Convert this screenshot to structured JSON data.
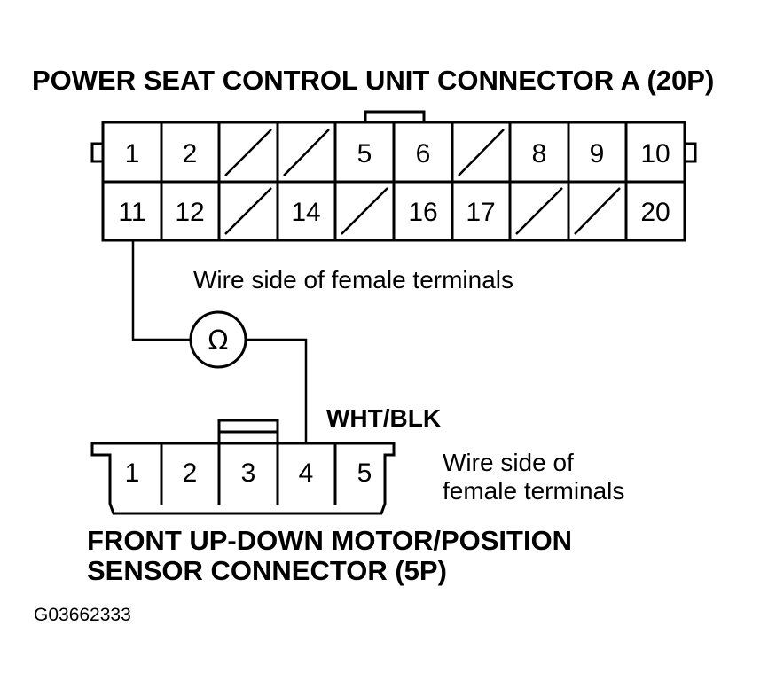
{
  "connector_a": {
    "title": "POWER SEAT CONTROL UNIT CONNECTOR A (20P)",
    "top_row": [
      "1",
      "2",
      "",
      "",
      "5",
      "6",
      "",
      "8",
      "9",
      "10"
    ],
    "bottom_row": [
      "11",
      "12",
      "",
      "14",
      "",
      "16",
      "17",
      "",
      "",
      "20"
    ],
    "note": "Wire side of female terminals"
  },
  "meter": {
    "symbol": "Ω"
  },
  "wire": {
    "color_label": "WHT/BLK"
  },
  "connector_b": {
    "title_line1": "FRONT UP-DOWN MOTOR/POSITION",
    "title_line2": "SENSOR CONNECTOR (5P)",
    "pins": [
      "1",
      "2",
      "3",
      "4",
      "5"
    ],
    "note_line1": "Wire side of",
    "note_line2": "female terminals"
  },
  "figure_code": "G03662333"
}
